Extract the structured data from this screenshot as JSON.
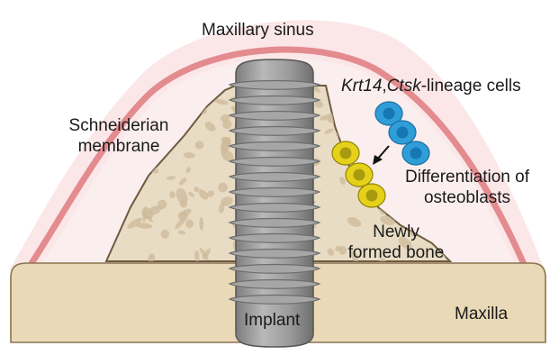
{
  "labels": {
    "maxillary_sinus": "Maxillary sinus",
    "lineage_italic_1": "Krt14",
    "lineage_sep": ",",
    "lineage_italic_2": "Ctsk",
    "lineage_rest": "-lineage cells",
    "schneiderian_line1": "Schneiderian",
    "schneiderian_line2": "membrane",
    "differentiation_line1": "Differentiation of",
    "differentiation_line2": "osteoblasts",
    "newly_line1": "Newly",
    "newly_line2": "formed bone",
    "maxilla": "Maxilla",
    "implant": "Implant"
  },
  "colors": {
    "sinus_fill": "#fbe7e8",
    "membrane": "#e38b8f",
    "bone_fill": "#e9dcc5",
    "bone_speckle": "#cdb999",
    "maxilla_fill": "#ead9b6",
    "maxilla_stroke": "#8a7350",
    "implant_fill": "#a6a6a6",
    "implant_dark": "#6d6d6d",
    "lineage_cell": "#2f9ed8",
    "lineage_nucleus": "#1677b3",
    "osteoblast_cell": "#e6d11a",
    "osteoblast_nucleus": "#a89a10"
  },
  "icons": [
    "lineage-cell-icon",
    "osteoblast-cell-icon",
    "differentiation-arrow-icon"
  ]
}
